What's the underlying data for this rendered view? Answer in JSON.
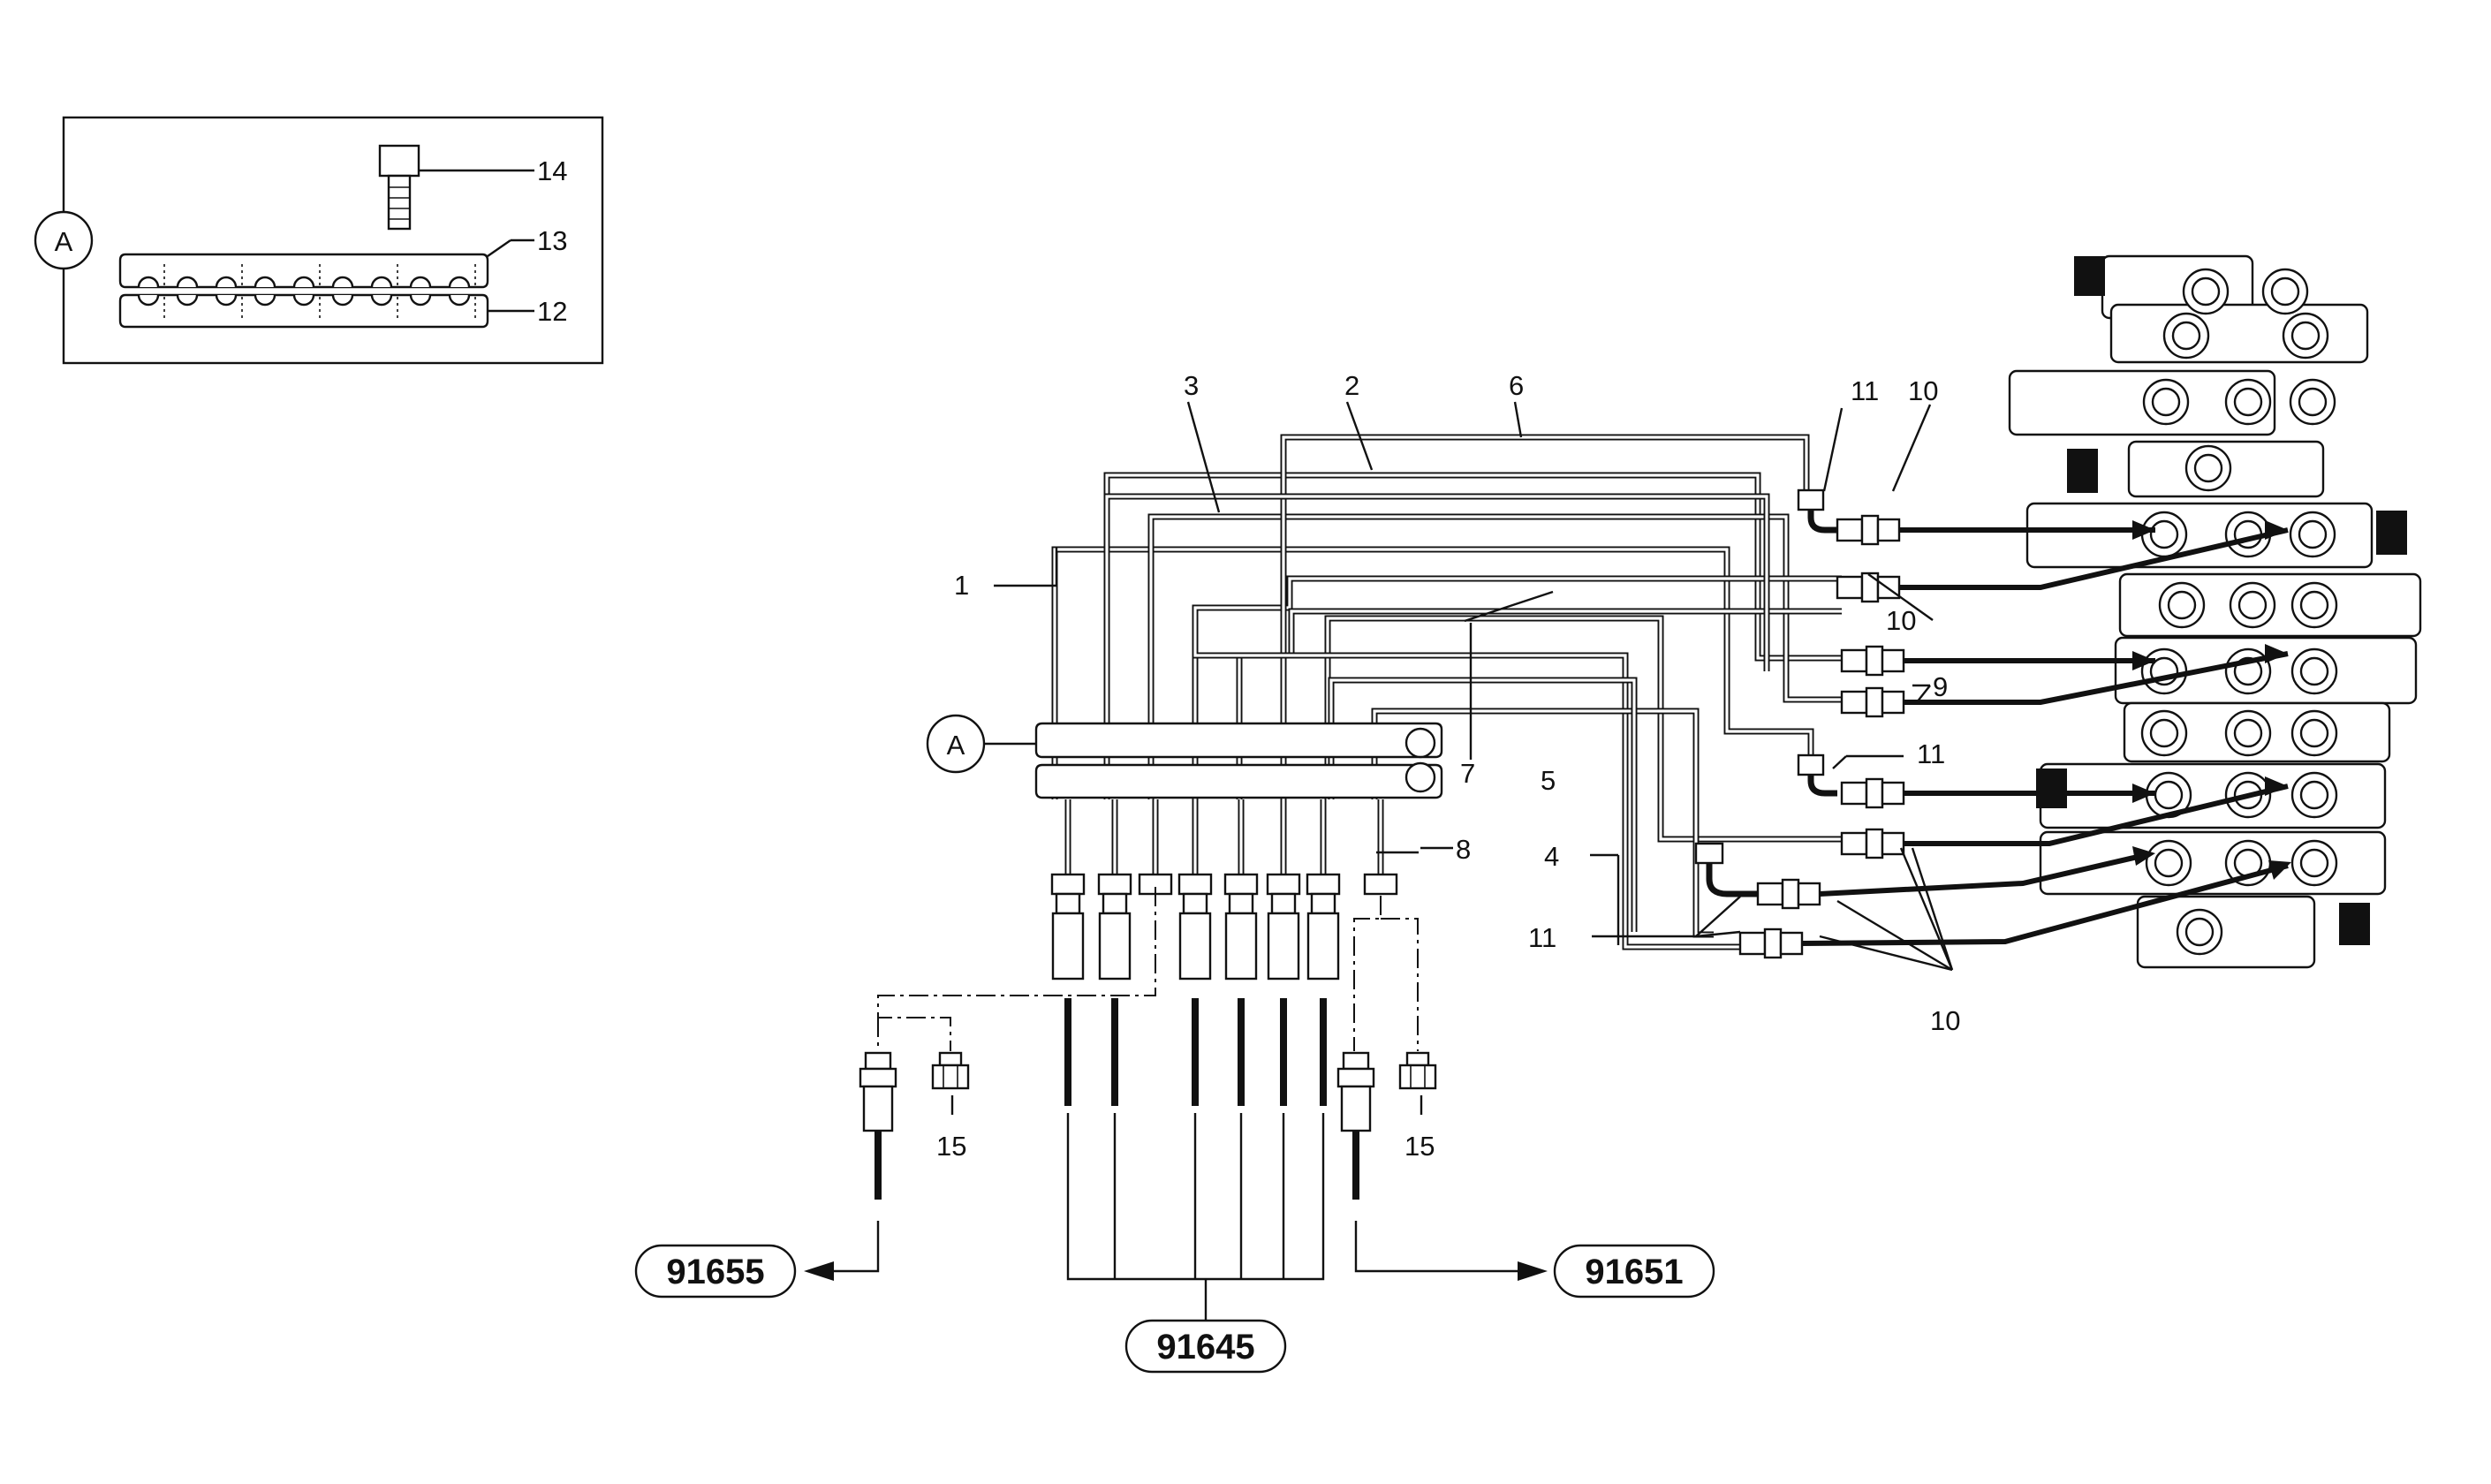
{
  "detail_view": {
    "marker": "A",
    "callouts": [
      "14",
      "13",
      "12"
    ]
  },
  "diagram": {
    "bracket_marker": "A",
    "callouts": {
      "c1": "1",
      "c2": "2",
      "c3": "3",
      "c4": "4",
      "c5": "5",
      "c6": "6",
      "c7": "7",
      "c8": "8",
      "c9": "9",
      "c10a": "10",
      "c10b": "10",
      "c10c": "10",
      "c11a": "11",
      "c11b": "11",
      "c11c": "11",
      "c15a": "15",
      "c15b": "15"
    },
    "references": {
      "left": "91655",
      "center": "91645",
      "right": "91651"
    }
  }
}
